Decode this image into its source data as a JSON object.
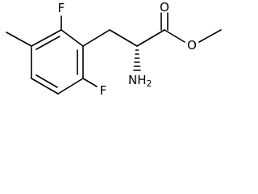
{
  "molecule": {
    "atoms": {
      "fluorine_top": "F",
      "fluorine_bottom": "F",
      "amine": "NH",
      "amine_subscript": "2",
      "carbonyl_oxygen": "O",
      "ester_oxygen": "O"
    }
  }
}
